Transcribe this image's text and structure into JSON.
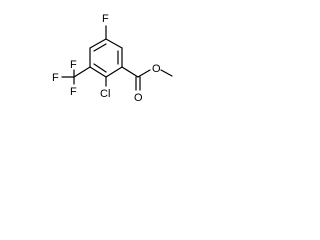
{
  "molecule": {
    "atoms": {
      "F_top": "F",
      "F_cf3_top": "F",
      "F_cf3_left": "F",
      "F_cf3_bottom": "F",
      "Cl": "Cl",
      "O_carbonyl": "O",
      "O_ester": "O"
    }
  },
  "colors": {
    "bond": "#000000",
    "label": "#000000",
    "background": "#ffffff"
  }
}
